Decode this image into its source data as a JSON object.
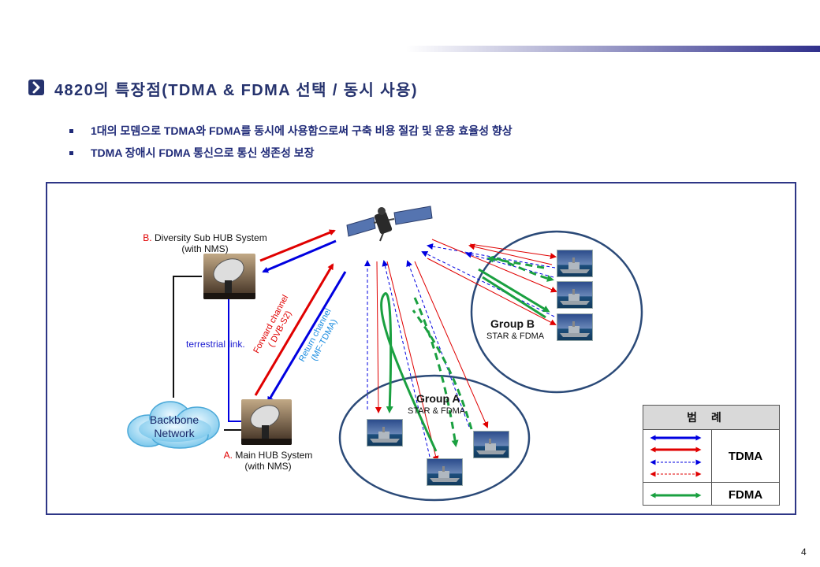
{
  "header": {
    "title": "4820의 특장점(TDMA & FDMA 선택 / 동시 사용)",
    "bullets": [
      "1대의 모뎀으로 TDMA와 FDMA를 동시에 사용함으로써 구축 비용 절감 및 운용 효율성 향상",
      "TDMA 장애시 FDMA 통신으로 통신 생존성 보장"
    ]
  },
  "diagram": {
    "sub_hub": {
      "marker": "B.",
      "name": "Diversity Sub HUB System",
      "sub": "(with NMS)"
    },
    "main_hub": {
      "marker": "A.",
      "name": "Main HUB System",
      "sub": "(with NMS)"
    },
    "terrestrial_link": "terrestrial link.",
    "backbone": [
      "Backbone",
      "Network"
    ],
    "forward_channel": [
      "Forward channel",
      "( DVB-S2)"
    ],
    "return_channel": [
      "Return channel",
      "(MF-TDMA)"
    ],
    "group_a": {
      "title": "Group A",
      "sub": "STAR & FDMA"
    },
    "group_b": {
      "title": "Group B",
      "sub": "STAR & FDMA"
    }
  },
  "legend": {
    "title": "범례",
    "tdma": "TDMA",
    "fdma": "FDMA",
    "colors": {
      "blue": "#0000e0",
      "red": "#e00000",
      "green": "#1aa040"
    }
  },
  "page_number": "4"
}
